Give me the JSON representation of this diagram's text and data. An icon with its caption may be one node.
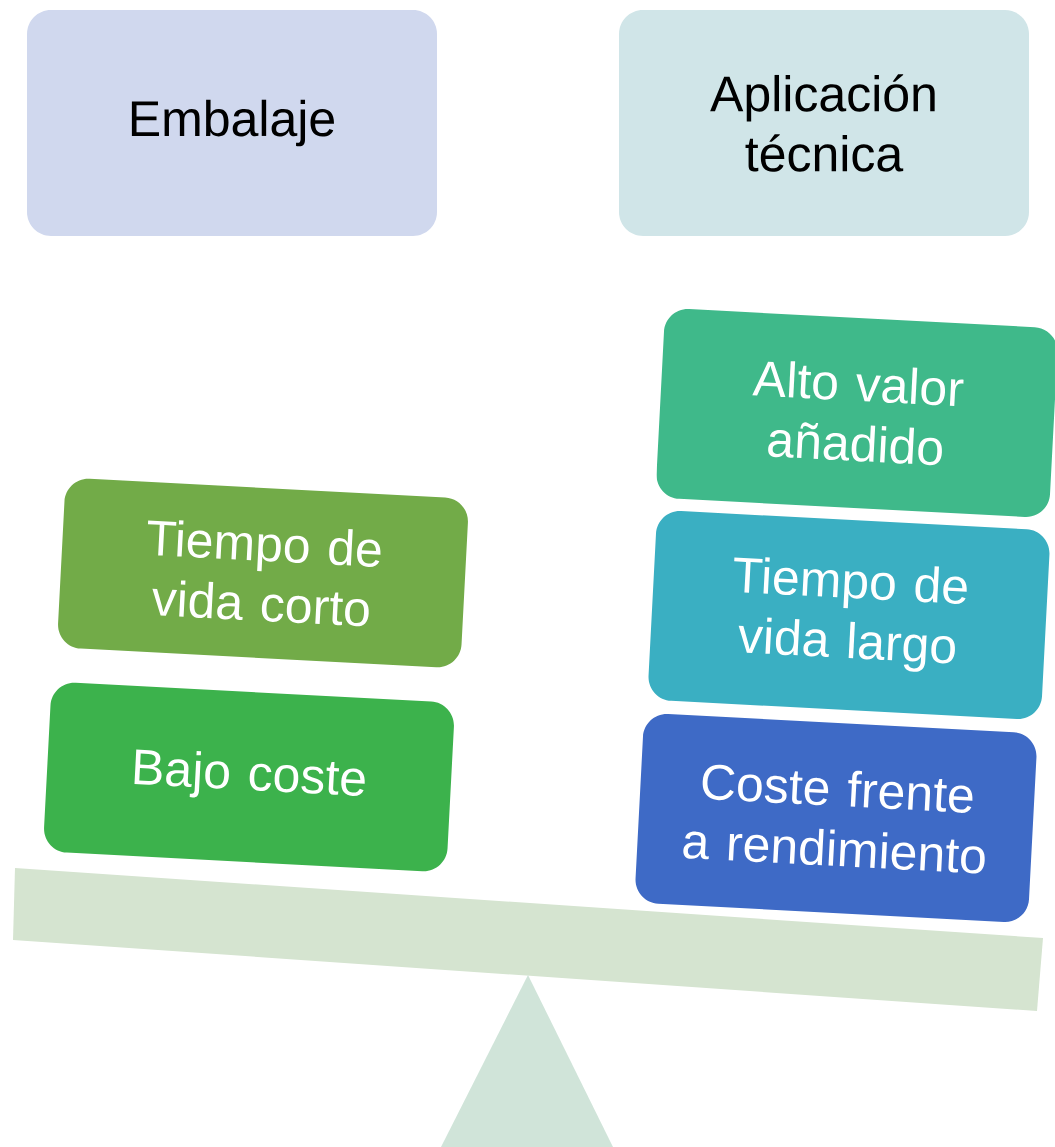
{
  "diagram": {
    "nodes": [
      {
        "text": [
          "Embalaje"
        ]
      },
      {
        "text": [
          "Aplicación técnica"
        ]
      },
      {
        "text": [
          "Tiempo de vida corto"
        ]
      },
      {
        "text": [
          "Bajo coste"
        ]
      },
      {
        "text": [
          "Alto valor añadido"
        ]
      },
      {
        "text": [
          "Tiempo de vida largo"
        ]
      },
      {
        "text": [
          "Coste frente a rendimiento"
        ]
      }
    ]
  }
}
